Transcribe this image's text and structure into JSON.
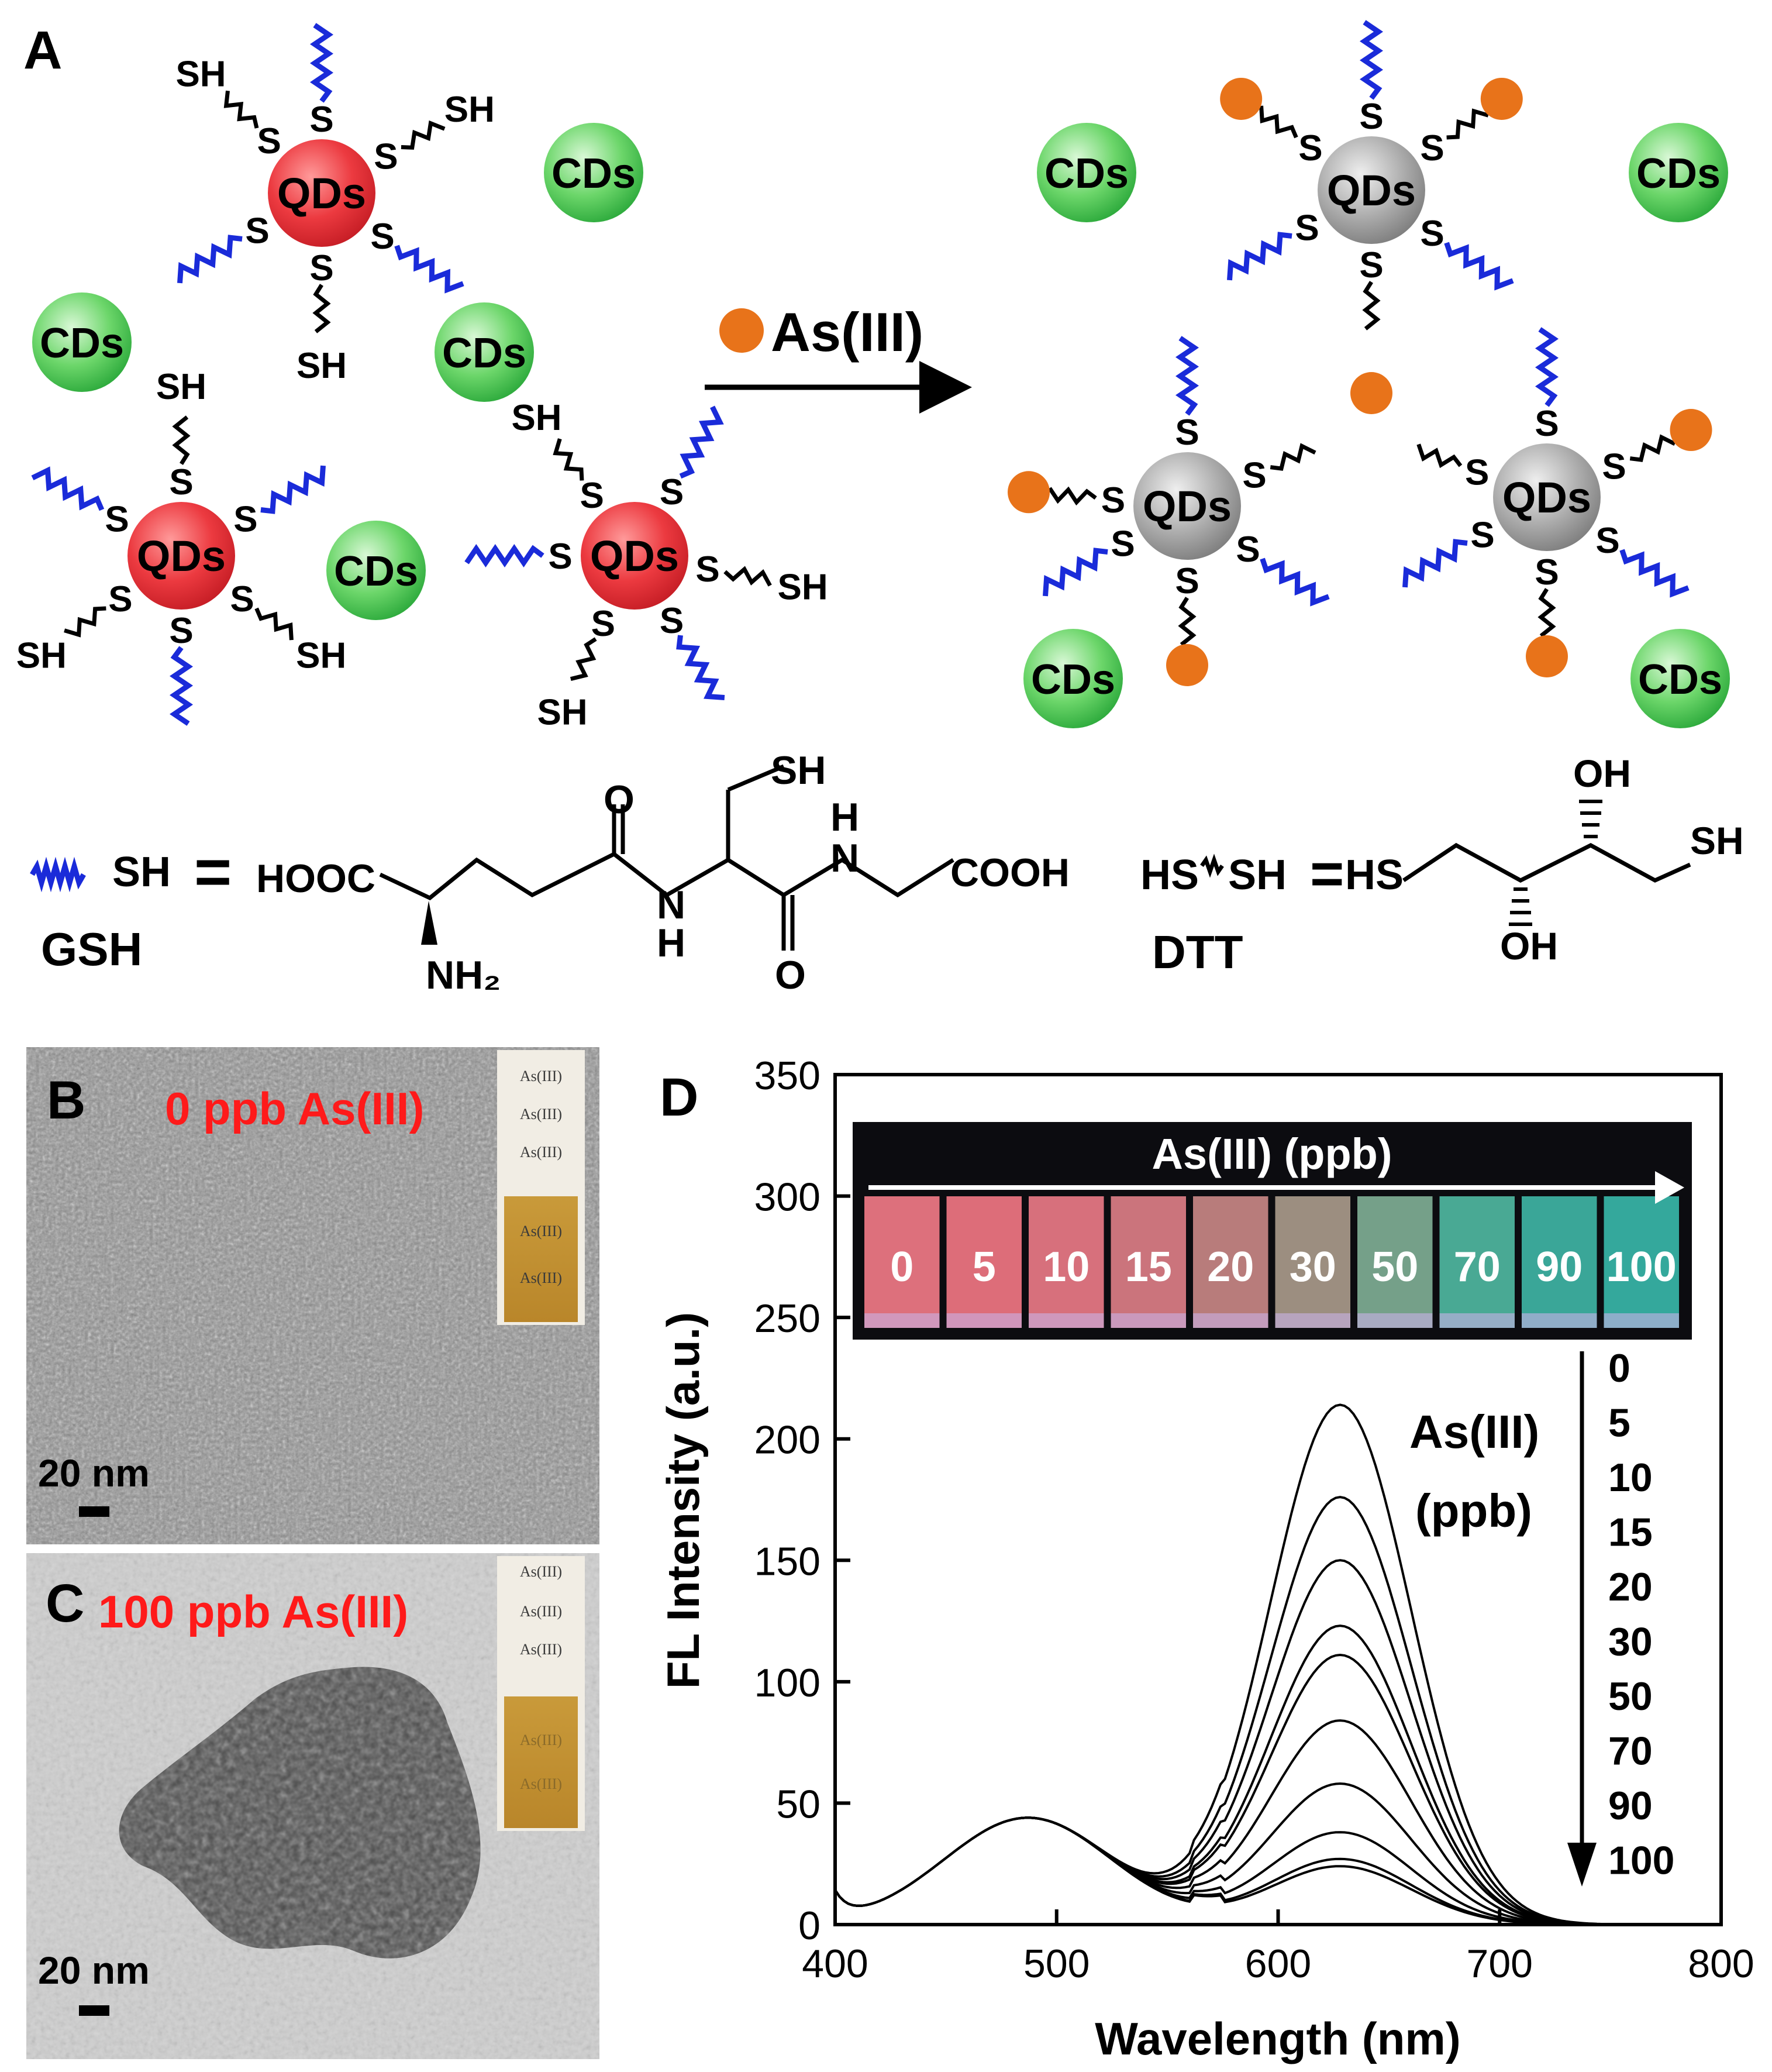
{
  "panels": {
    "A": {
      "letter": "A",
      "qd_label": "QDs",
      "cd_label": "CDs",
      "thiol_label": "SH",
      "s_label": "S",
      "arrow_label": "As(III)",
      "legend": {
        "gsh_symbol": "SH",
        "gsh_equals": "=",
        "gsh_name": "GSH",
        "gsh_structure": {
          "hooc": "HOOC",
          "nh2": "NH₂",
          "o": "O",
          "n": "N",
          "h": "H",
          "sh": "SH",
          "cooh": "COOH"
        },
        "dtt_symbol": "HS",
        "dtt_symbol_end": "SH",
        "dtt_equals": "=",
        "dtt_hs": "HS",
        "dtt_name": "DTT",
        "dtt_structure": {
          "oh": "OH",
          "sh": "SH"
        }
      },
      "colors": {
        "qd_before": "#e8303a",
        "qd_after": "#a8a8a8",
        "cd": "#3cc24a",
        "as": "#e8731a",
        "gsh": "#1a2bd9"
      }
    },
    "B": {
      "letter": "B",
      "label": "0 ppb As(III)",
      "scale": "20 nm",
      "cuvette_labels": [
        "As(III)",
        "As(III)",
        "As(III)",
        "As(III)",
        "As(III)"
      ]
    },
    "C": {
      "letter": "C",
      "label": "100 ppb As(III)",
      "scale": "20 nm",
      "cuvette_labels": [
        "As(III)",
        "As(III)",
        "As(III)",
        "As(III)",
        "As(III)"
      ]
    },
    "D": {
      "letter": "D",
      "inset_title": "As(III) (ppb)",
      "inset_values": [
        "0",
        "5",
        "10",
        "15",
        "20",
        "30",
        "50",
        "70",
        "90",
        "100"
      ],
      "inset_colors": [
        "#f07a86",
        "#f07682",
        "#e97a86",
        "#dc7e86",
        "#c88784",
        "#a99a8a",
        "#7fae94",
        "#4fb7a0",
        "#3fb4a4",
        "#38b6a8"
      ],
      "annotation_title_1": "As(III)",
      "annotation_title_2": "(ppb)",
      "annotation_values": [
        "0",
        "5",
        "10",
        "15",
        "20",
        "30",
        "50",
        "70",
        "90",
        "100"
      ]
    }
  },
  "chart_data": {
    "type": "line",
    "title": "",
    "xlabel": "Wavelength (nm)",
    "ylabel": "FL Intensity (a.u.)",
    "xlim": [
      400,
      800
    ],
    "ylim": [
      0,
      350
    ],
    "x_ticks": [
      400,
      500,
      600,
      700,
      800
    ],
    "y_ticks": [
      0,
      50,
      100,
      150,
      200,
      250,
      300,
      350
    ],
    "cd_peak": {
      "x": 487,
      "y": 44,
      "width": 38
    },
    "qd_peak": {
      "x": 628,
      "width": 32
    },
    "series": [
      {
        "concentration": 0,
        "qd_peak": 214,
        "cd_peak": 44
      },
      {
        "concentration": 5,
        "qd_peak": 176,
        "cd_peak": 44
      },
      {
        "concentration": 10,
        "qd_peak": 150,
        "cd_peak": 44
      },
      {
        "concentration": 15,
        "qd_peak": 123,
        "cd_peak": 44
      },
      {
        "concentration": 20,
        "qd_peak": 111,
        "cd_peak": 44
      },
      {
        "concentration": 30,
        "qd_peak": 84,
        "cd_peak": 44
      },
      {
        "concentration": 50,
        "qd_peak": 58,
        "cd_peak": 44
      },
      {
        "concentration": 70,
        "qd_peak": 38,
        "cd_peak": 44
      },
      {
        "concentration": 90,
        "qd_peak": 27,
        "cd_peak": 44
      },
      {
        "concentration": 100,
        "qd_peak": 24,
        "cd_peak": 44
      }
    ]
  }
}
